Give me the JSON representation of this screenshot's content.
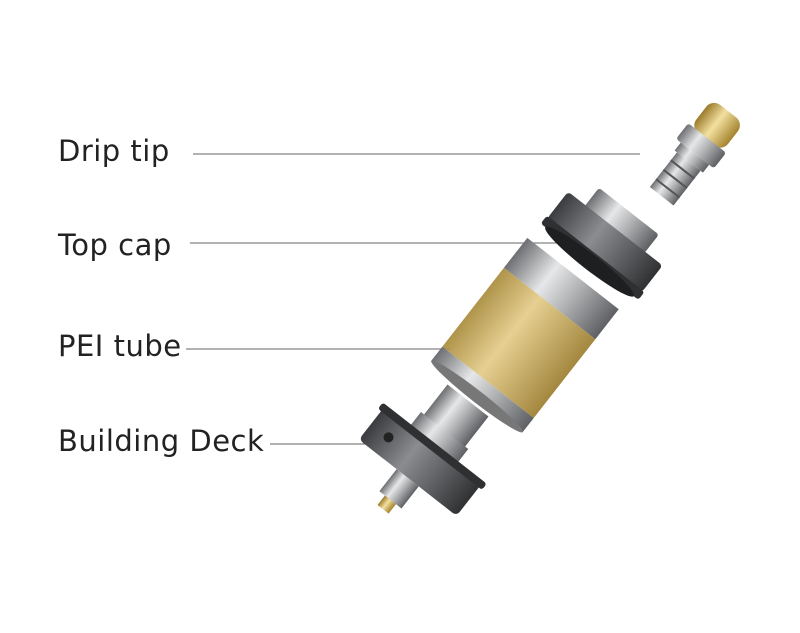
{
  "labels": {
    "drip_tip": "Drip tip",
    "top_cap": "Top cap",
    "pei_tube": "PEI tube",
    "building_deck": "Building Deck"
  },
  "colors": {
    "steel": "#a8a9ab",
    "dark_steel": "#55575a",
    "pei_amber": "#c9a84a",
    "gold": "#d4b060",
    "leader_line": "#555555"
  }
}
